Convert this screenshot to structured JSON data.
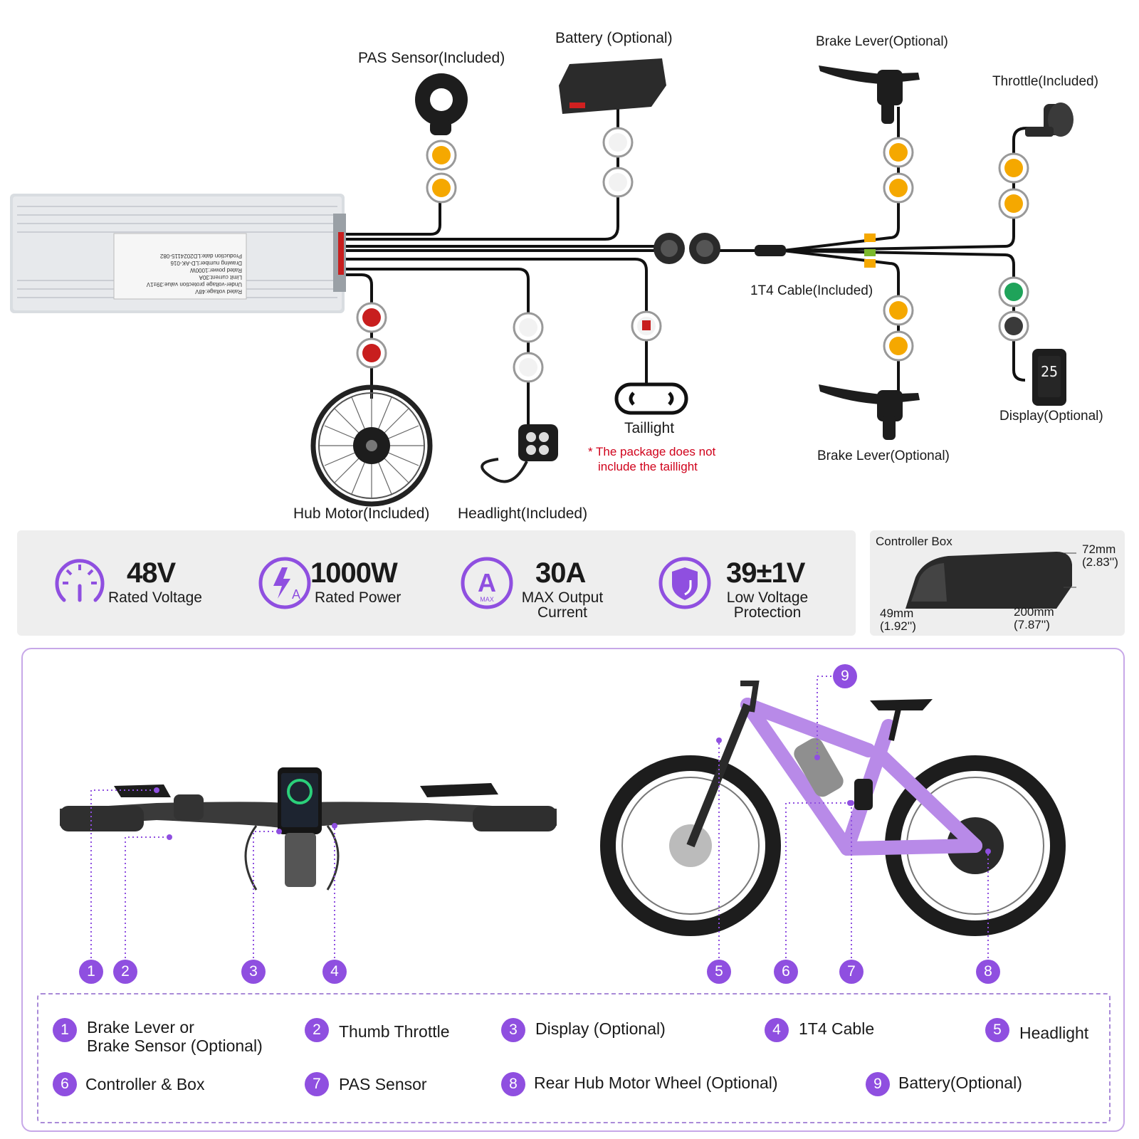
{
  "components": {
    "pas_sensor": "PAS Sensor(Included)",
    "battery": "Battery (Optional)",
    "brake_lever_top": "Brake Lever(Optional)",
    "throttle": "Throttle(Included)",
    "cable_1t4": "1T4 Cable(Included)",
    "display": "Display(Optional)",
    "brake_lever_bottom": "Brake Lever(Optional)",
    "taillight": "Taillight",
    "taillight_note_1": "* The package does not",
    "taillight_note_2": "include the taillight",
    "hub_motor": "Hub Motor(Included)",
    "headlight": "Headlight(Included)",
    "display_reading": "25"
  },
  "controller_label": {
    "line1": "Rated voltage:48V",
    "line2": "Under-voltage protection value:39±1V",
    "line3": "Limit current:30A",
    "line4": "Rated power:1000W",
    "line5": "Drawing number:LD-AK-016",
    "line6": "Production date:LD2024115-082"
  },
  "specs": [
    {
      "value": "48V",
      "label1": "Rated Voltage",
      "label2": "",
      "icon": "gauge-icon"
    },
    {
      "value": "1000W",
      "label1": "Rated Power",
      "label2": "",
      "icon": "power-bolt-icon"
    },
    {
      "value": "30A",
      "label1": "MAX Output",
      "label2": "Current",
      "icon": "amp-icon",
      "icon_text": "A",
      "icon_sub": "MAX"
    },
    {
      "value": "39±1V",
      "label1": "Low Voltage",
      "label2": "Protection",
      "icon": "shield-icon"
    }
  ],
  "controller_box": {
    "title": "Controller  Box",
    "height": "72mm",
    "height_in": "(2.83'')",
    "depth": "49mm",
    "depth_in": "(1.92'')",
    "length": "200mm",
    "length_in": "(7.87'')"
  },
  "markers": [
    "1",
    "2",
    "3",
    "4",
    "5",
    "6",
    "7",
    "8",
    "9"
  ],
  "legend": [
    {
      "num": "1",
      "line1": "Brake Lever or",
      "line2": "Brake Sensor (Optional)"
    },
    {
      "num": "2",
      "line1": "Thumb Throttle",
      "line2": ""
    },
    {
      "num": "3",
      "line1": "Display (Optional)",
      "line2": ""
    },
    {
      "num": "4",
      "line1": "1T4 Cable",
      "line2": ""
    },
    {
      "num": "5",
      "line1": "Headlight",
      "line2": ""
    },
    {
      "num": "6",
      "line1": "Controller & Box",
      "line2": ""
    },
    {
      "num": "7",
      "line1": "PAS Sensor",
      "line2": ""
    },
    {
      "num": "8",
      "line1": "Rear Hub Motor Wheel (Optional)",
      "line2": ""
    },
    {
      "num": "9",
      "line1": "Battery(Optional)",
      "line2": ""
    }
  ],
  "colors": {
    "accent": "#8f4fe0",
    "connector_yellow": "#f5a800",
    "connector_red": "#c81e1e",
    "connector_green": "#1fa35a",
    "note_red": "#d0021b"
  }
}
